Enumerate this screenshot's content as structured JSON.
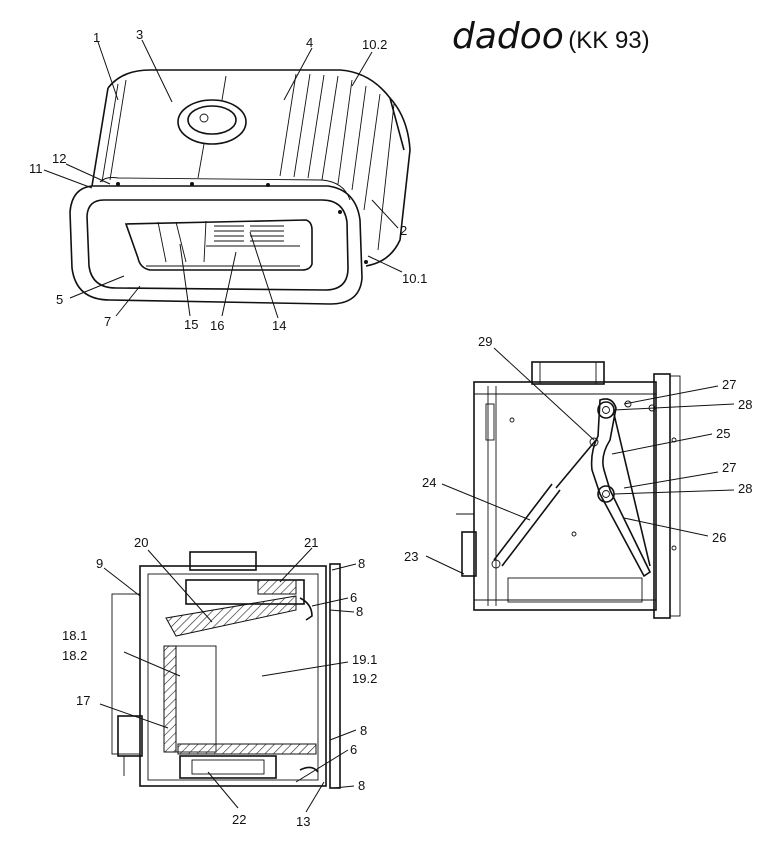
{
  "title": {
    "brand": "dadoo",
    "model": "(KK 93)"
  },
  "labels": {
    "top": [
      "1",
      "3",
      "4",
      "10.2",
      "12",
      "11",
      "2",
      "10.1",
      "5",
      "7",
      "15",
      "16",
      "14"
    ],
    "right": [
      "29",
      "27",
      "28",
      "25",
      "27",
      "28",
      "24",
      "26",
      "23"
    ],
    "bottom": [
      "20",
      "21",
      "9",
      "8",
      "6",
      "8",
      "18.1",
      "18.2",
      "19.1",
      "19.2",
      "17",
      "8",
      "6",
      "8",
      "22",
      "13"
    ]
  }
}
